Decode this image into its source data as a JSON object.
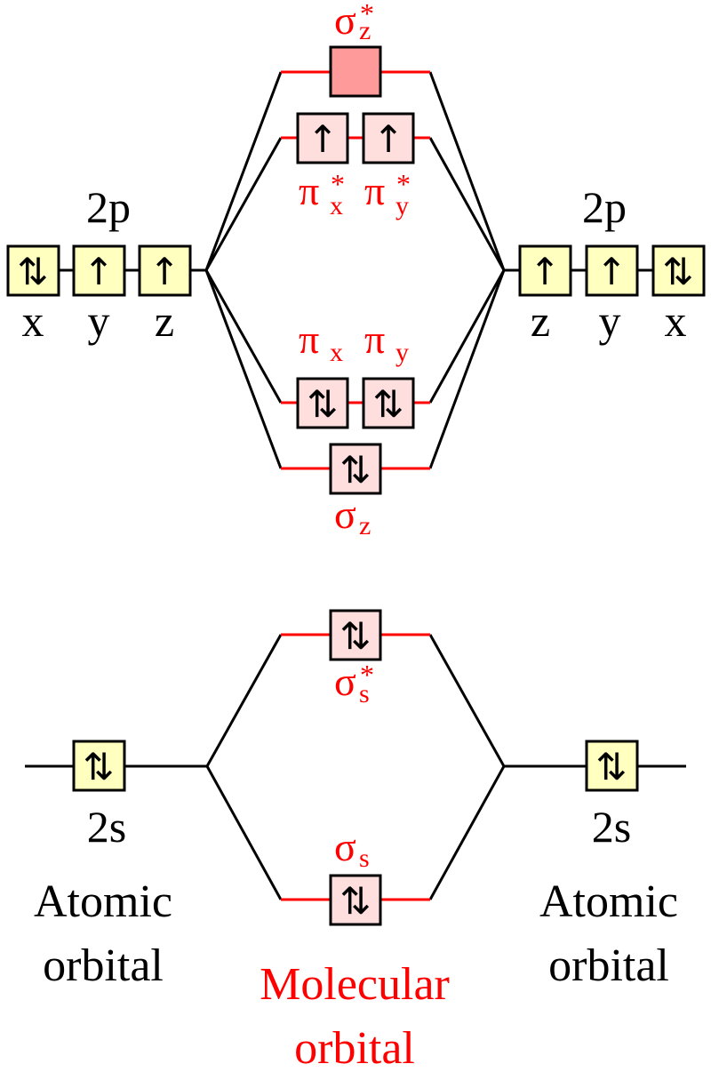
{
  "colors": {
    "atomic_box": "#ffffc0",
    "molecular_box": "#ffdede",
    "antibonding_empty": "#ff9a9a",
    "molecular": "#ff0000",
    "line": "#000000"
  },
  "left_2p": {
    "title": "2p",
    "orbitals": [
      {
        "label": "x",
        "electrons": "⇅"
      },
      {
        "label": "y",
        "electrons": "↑"
      },
      {
        "label": "z",
        "electrons": "↑"
      }
    ]
  },
  "right_2p": {
    "title": "2p",
    "orbitals": [
      {
        "label": "z",
        "electrons": "↑"
      },
      {
        "label": "y",
        "electrons": "↑"
      },
      {
        "label": "x",
        "electrons": "⇅"
      }
    ]
  },
  "mo_2p": {
    "sigma_z_star": {
      "symbol": "σ",
      "sub": "z",
      "sup": "*",
      "electrons": ""
    },
    "pi_star": [
      {
        "symbol": "π",
        "sub": "x",
        "sup": "*",
        "electrons": "↑"
      },
      {
        "symbol": "π",
        "sub": "y",
        "sup": "*",
        "electrons": "↑"
      }
    ],
    "pi": [
      {
        "symbol": "π",
        "sub": "x",
        "electrons": "⇅"
      },
      {
        "symbol": "π",
        "sub": "y",
        "electrons": "⇅"
      }
    ],
    "sigma_z": {
      "symbol": "σ",
      "sub": "z",
      "electrons": "⇅"
    }
  },
  "left_2s": {
    "label": "2s",
    "electrons": "⇅"
  },
  "right_2s": {
    "label": "2s",
    "electrons": "⇅"
  },
  "mo_2s": {
    "sigma_s_star": {
      "symbol": "σ",
      "sub": "s",
      "sup": "*",
      "electrons": "⇅"
    },
    "sigma_s": {
      "symbol": "σ",
      "sub": "s",
      "electrons": "⇅"
    }
  },
  "captions": {
    "left": [
      "Atomic",
      "orbital"
    ],
    "center": [
      "Molecular",
      "orbital"
    ],
    "right": [
      "Atomic",
      "orbital"
    ]
  }
}
